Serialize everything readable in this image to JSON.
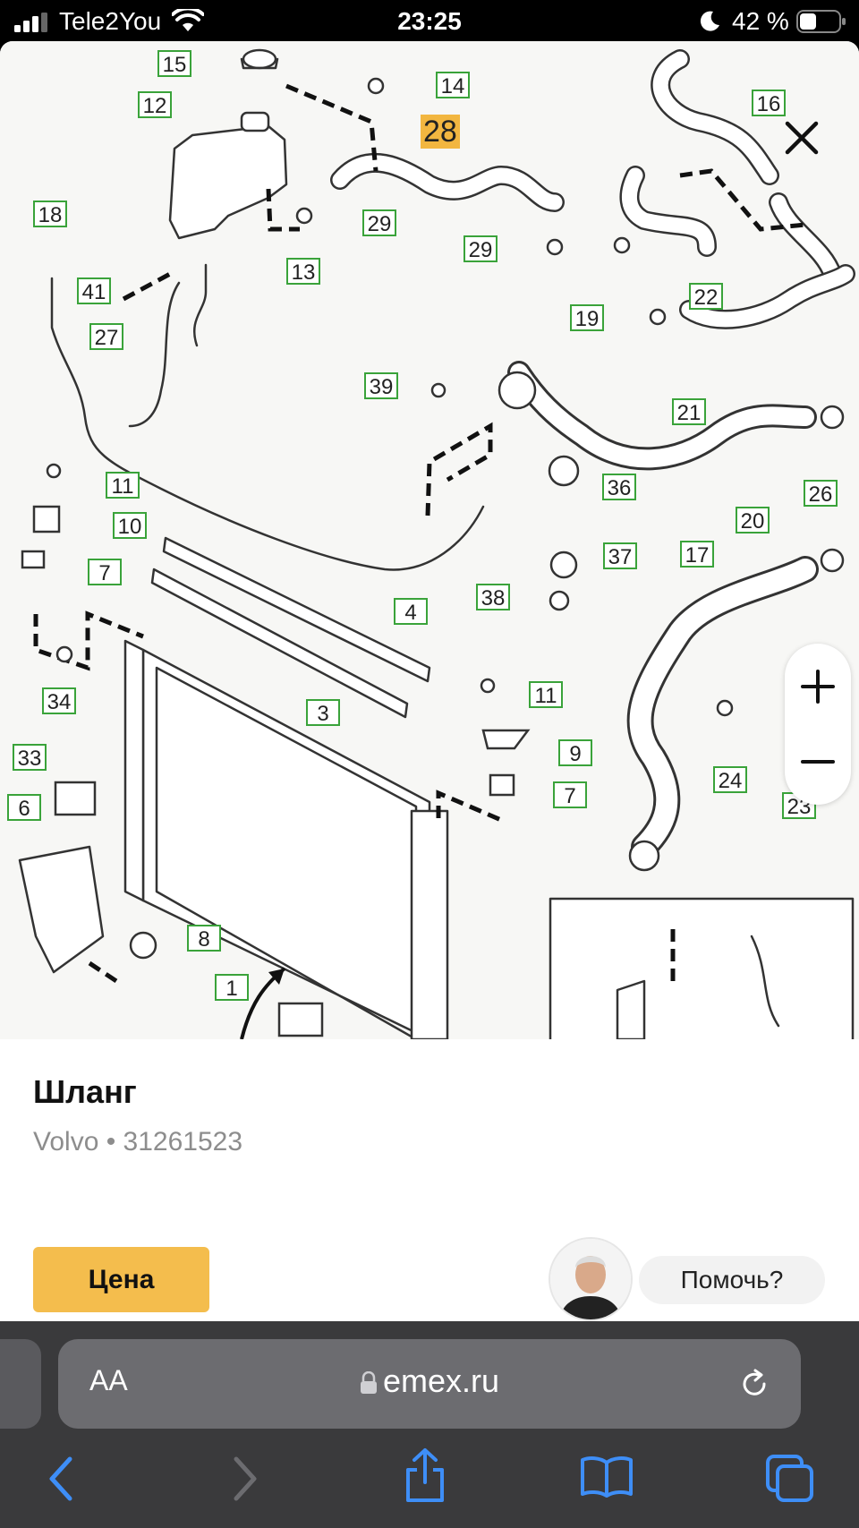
{
  "status_bar": {
    "carrier": "Tele2You",
    "time": "23:25",
    "battery_percent": "42 %"
  },
  "diagram": {
    "callouts": {
      "c15": "15",
      "c14": "14",
      "c12": "12",
      "c28": "28",
      "c16": "16",
      "c18": "18",
      "c29a": "29",
      "c29b": "29",
      "c13": "13",
      "c41": "41",
      "c22": "22",
      "c27": "27",
      "c19": "19",
      "c39": "39",
      "c21": "21",
      "c11a": "11",
      "c36": "36",
      "c26": "26",
      "c10": "10",
      "c7a": "7",
      "c20": "20",
      "c17": "17",
      "c37": "37",
      "c4": "4",
      "c38": "38",
      "c34": "34",
      "c11b": "11",
      "c3": "3",
      "c9": "9",
      "c33": "33",
      "c24": "24",
      "c6": "6",
      "c7b": "7",
      "c23": "23",
      "c8": "8",
      "c1": "1"
    },
    "highlighted": "28"
  },
  "product": {
    "title": "Шланг",
    "subtitle": "Volvo • 31261523",
    "price_label": "Цена",
    "help_label": "Помочь?"
  },
  "browser": {
    "aa_label": "AA",
    "url": "emex.ru"
  }
}
